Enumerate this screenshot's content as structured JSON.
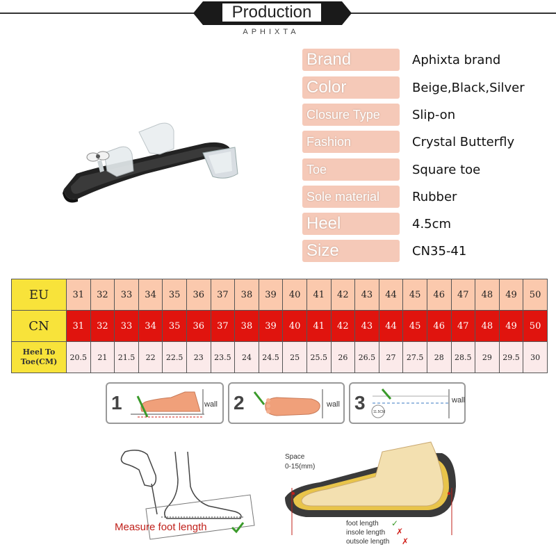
{
  "header": {
    "title": "Production",
    "subtitle": "APHIXTA"
  },
  "specs": [
    {
      "label": "Brand",
      "value": "Aphixta brand"
    },
    {
      "label": "Color",
      "value": "Beige,Black,Silver"
    },
    {
      "label": "Closure Type",
      "value": "Slip-on"
    },
    {
      "label": "Fashion",
      "value": "Crystal Butterfly"
    },
    {
      "label": "Toe",
      "value": "Square toe"
    },
    {
      "label": "Sole material",
      "value": "Rubber"
    },
    {
      "label": "Heel",
      "value": "4.5cm"
    },
    {
      "label": "Size",
      "value": "CN35-41"
    }
  ],
  "size_table": {
    "eu_label": "EU",
    "cn_label": "CN",
    "heel_label_1": "Heel To",
    "heel_label_2": "Toe(CM)",
    "eu": [
      "31",
      "32",
      "33",
      "34",
      "35",
      "36",
      "37",
      "38",
      "39",
      "40",
      "41",
      "42",
      "43",
      "44",
      "45",
      "46",
      "47",
      "48",
      "49",
      "50"
    ],
    "cn": [
      "31",
      "32",
      "33",
      "34",
      "35",
      "36",
      "37",
      "38",
      "39",
      "40",
      "41",
      "42",
      "43",
      "44",
      "45",
      "46",
      "47",
      "48",
      "49",
      "50"
    ],
    "heel_to_toe": [
      "20.5",
      "21",
      "21.5",
      "22",
      "22.5",
      "23",
      "23.5",
      "24",
      "24.5",
      "25",
      "25.5",
      "26",
      "26.5",
      "27",
      "27.5",
      "28",
      "28.5",
      "29",
      "29.5",
      "30"
    ]
  },
  "measure_steps": [
    {
      "num": "1",
      "wall": "wall"
    },
    {
      "num": "2",
      "wall": "wall"
    },
    {
      "num": "3",
      "wall": "wall",
      "note": "11.5CM"
    }
  ],
  "measure_caption": "Measure foot length",
  "diagram": {
    "space_label": "Space",
    "space_range": "0-15(mm)",
    "foot_length": "foot length",
    "insole_length": "insole length",
    "outsole_length": "outsole length"
  },
  "colors": {
    "label_bg": "#f5c9b8",
    "eu_row": "#fbc9ad",
    "cn_row": "#e0140e",
    "heel_row": "#fbeaea",
    "header_cell": "#f8e33a",
    "check": "#3a9a2a",
    "cross": "#d0201a"
  }
}
